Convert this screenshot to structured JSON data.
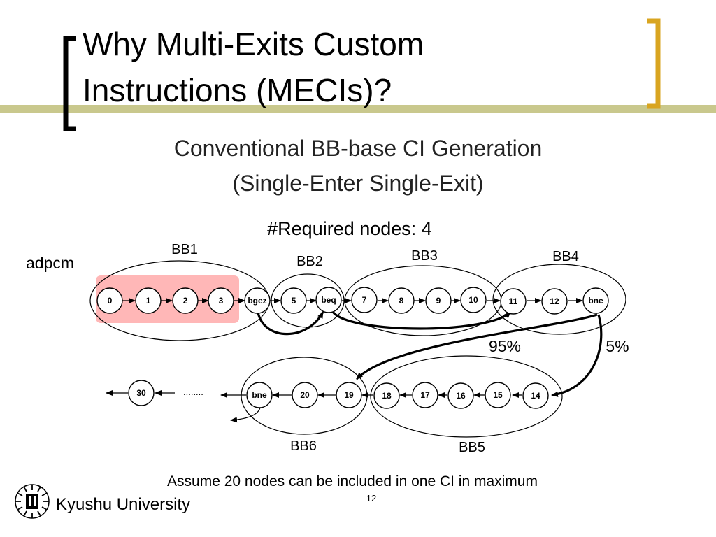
{
  "slide": {
    "title_line1": "Why Multi-Exits Custom",
    "title_line2": "Instructions (MECIs)?",
    "subtitle_line1": "Conventional BB-base CI Generation",
    "subtitle_line2": "(Single-Enter Single-Exit)",
    "required_nodes": "#Required nodes: 4",
    "benchmark_label": "adpcm",
    "footnote": "Assume 20 nodes can be included in one CI in maximum",
    "page_number": "12",
    "university": "Kyushu University"
  },
  "colors": {
    "accent_bar": "#c9c88d",
    "bracket_gold": "#d9a520",
    "highlight": "#ffb7b7",
    "text": "#000000"
  },
  "icons": [
    "kyushu-university-logo-icon"
  ],
  "diagram": {
    "blocks": [
      "BB1",
      "BB2",
      "BB3",
      "BB4",
      "BB5",
      "BB6"
    ],
    "top_row_nodes": [
      "0",
      "1",
      "2",
      "3",
      "bgez",
      "5",
      "beq",
      "7",
      "8",
      "9",
      "10",
      "11",
      "12",
      "bne"
    ],
    "bottom_row_nodes": [
      "30",
      "bne",
      "20",
      "19",
      "18",
      "17",
      "16",
      "15",
      "14"
    ],
    "ellipsis": "........",
    "branch_probabilities": [
      "95%",
      "5%"
    ],
    "highlighted_nodes": [
      "0",
      "1",
      "2",
      "3"
    ]
  }
}
